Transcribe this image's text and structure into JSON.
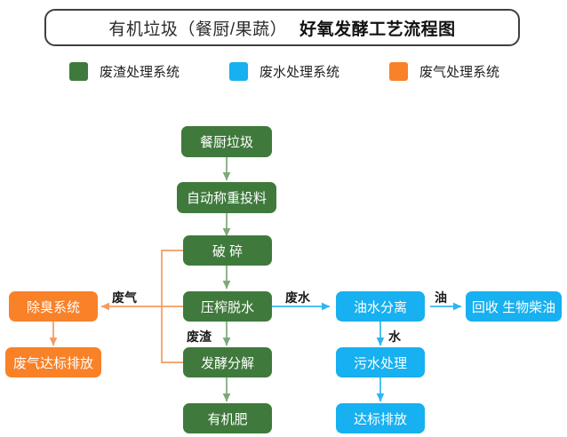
{
  "title": {
    "main": "有机垃圾（餐厨/果蔬）",
    "sub": "好氧发酵工艺流程图"
  },
  "legend": [
    {
      "name": "legend-waste-residue",
      "label": "废渣处理系统",
      "color": "#3f7a3c"
    },
    {
      "name": "legend-waste-water",
      "label": "废水处理系统",
      "color": "#17b0f0"
    },
    {
      "name": "legend-waste-gas",
      "label": "废气处理系统",
      "color": "#f98128"
    }
  ],
  "nodes": {
    "kitchen_waste": "餐厨垃圾",
    "auto_weigh_feed": "自动称重投料",
    "crush": "破 碎",
    "press_dewater": "压榨脱水",
    "ferment_decompose": "发酵分解",
    "organic_fertilizer": "有机肥",
    "deodor_system": "除臭系统",
    "gas_standard_emit": "废气达标排放",
    "oil_water_separate": "油水分离",
    "recover_biodiesel": "回收 生物柴油",
    "sewage_treatment": "污水处理",
    "standard_discharge": "达标排放"
  },
  "edge_labels": {
    "waste_gas": "废气",
    "waste_water": "废水",
    "waste_residue": "废渣",
    "oil": "油",
    "water": "水"
  },
  "colors": {
    "green": "#3f7a3c",
    "blue": "#17b0f0",
    "orange": "#f98128",
    "green_arrow": "#7da87a",
    "blue_arrow": "#2fb6ee",
    "orange_arrow": "#f79a5c",
    "title_border": "#3f3f3f"
  },
  "chart_data": {
    "type": "diagram",
    "title": "有机垃圾（餐厨/果蔬） 好氧发酵工艺流程图",
    "subsystems": [
      {
        "label": "废渣处理系统",
        "color": "#3f7a3c"
      },
      {
        "label": "废水处理系统",
        "color": "#17b0f0"
      },
      {
        "label": "废气处理系统",
        "color": "#f98128"
      }
    ],
    "nodes": [
      {
        "id": "kitchen_waste",
        "label": "餐厨垃圾",
        "system": "废渣处理系统"
      },
      {
        "id": "auto_weigh_feed",
        "label": "自动称重投料",
        "system": "废渣处理系统"
      },
      {
        "id": "crush",
        "label": "破 碎",
        "system": "废渣处理系统"
      },
      {
        "id": "press_dewater",
        "label": "压榨脱水",
        "system": "废渣处理系统"
      },
      {
        "id": "ferment_decompose",
        "label": "发酵分解",
        "system": "废渣处理系统"
      },
      {
        "id": "organic_fertilizer",
        "label": "有机肥",
        "system": "废渣处理系统"
      },
      {
        "id": "deodor_system",
        "label": "除臭系统",
        "system": "废气处理系统"
      },
      {
        "id": "gas_standard_emit",
        "label": "废气达标排放",
        "system": "废气处理系统"
      },
      {
        "id": "oil_water_separate",
        "label": "油水分离",
        "system": "废水处理系统"
      },
      {
        "id": "recover_biodiesel",
        "label": "回收 生物柴油",
        "system": "废水处理系统"
      },
      {
        "id": "sewage_treatment",
        "label": "污水处理",
        "system": "废水处理系统"
      },
      {
        "id": "standard_discharge",
        "label": "达标排放",
        "system": "废水处理系统"
      }
    ],
    "edges": [
      {
        "from": "kitchen_waste",
        "to": "auto_weigh_feed",
        "label": "",
        "color": "#7da87a"
      },
      {
        "from": "auto_weigh_feed",
        "to": "crush",
        "label": "",
        "color": "#7da87a"
      },
      {
        "from": "crush",
        "to": "press_dewater",
        "label": "",
        "color": "#7da87a"
      },
      {
        "from": "press_dewater",
        "to": "ferment_decompose",
        "label": "废渣",
        "color": "#7da87a"
      },
      {
        "from": "ferment_decompose",
        "to": "organic_fertilizer",
        "label": "",
        "color": "#7da87a"
      },
      {
        "from": "crush",
        "to": "deodor_system",
        "label": "废气",
        "color": "#f79a5c"
      },
      {
        "from": "press_dewater",
        "to": "deodor_system",
        "label": "废气",
        "color": "#f79a5c"
      },
      {
        "from": "ferment_decompose",
        "to": "deodor_system",
        "label": "废气",
        "color": "#f79a5c"
      },
      {
        "from": "deodor_system",
        "to": "gas_standard_emit",
        "label": "",
        "color": "#f79a5c"
      },
      {
        "from": "press_dewater",
        "to": "oil_water_separate",
        "label": "废水",
        "color": "#2fb6ee"
      },
      {
        "from": "oil_water_separate",
        "to": "recover_biodiesel",
        "label": "油",
        "color": "#2fb6ee"
      },
      {
        "from": "oil_water_separate",
        "to": "sewage_treatment",
        "label": "水",
        "color": "#2fb6ee"
      },
      {
        "from": "sewage_treatment",
        "to": "standard_discharge",
        "label": "",
        "color": "#2fb6ee"
      }
    ]
  }
}
